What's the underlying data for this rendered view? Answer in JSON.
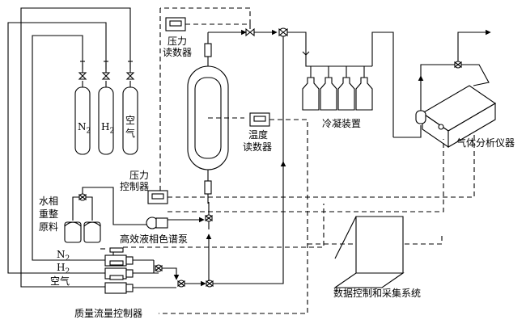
{
  "labels": {
    "pressure_reader": [
      "压力",
      "读数器"
    ],
    "temperature_reader": [
      "温度",
      "读数器"
    ],
    "pressure_controller": [
      "压力",
      "控制器"
    ],
    "condenser": "冷凝装置",
    "gas_analyzer": "气体分析仪器",
    "feedstock": [
      "水相",
      "重整",
      "原料"
    ],
    "hplc_pump": "高效液相色谱泵",
    "mass_flow_controller": "质量流量控制器",
    "daq_system": "数据控制和采集系统",
    "gas_air_inline": "空气",
    "cylinder_n2": "N",
    "cylinder_n2_sub": "2",
    "cylinder_h2": "H",
    "cylinder_h2_sub": "2",
    "cylinder_air": [
      "空",
      "气"
    ],
    "line_n2": "N",
    "line_n2_sub": "2",
    "line_h2": "H",
    "line_h2_sub": "2"
  }
}
